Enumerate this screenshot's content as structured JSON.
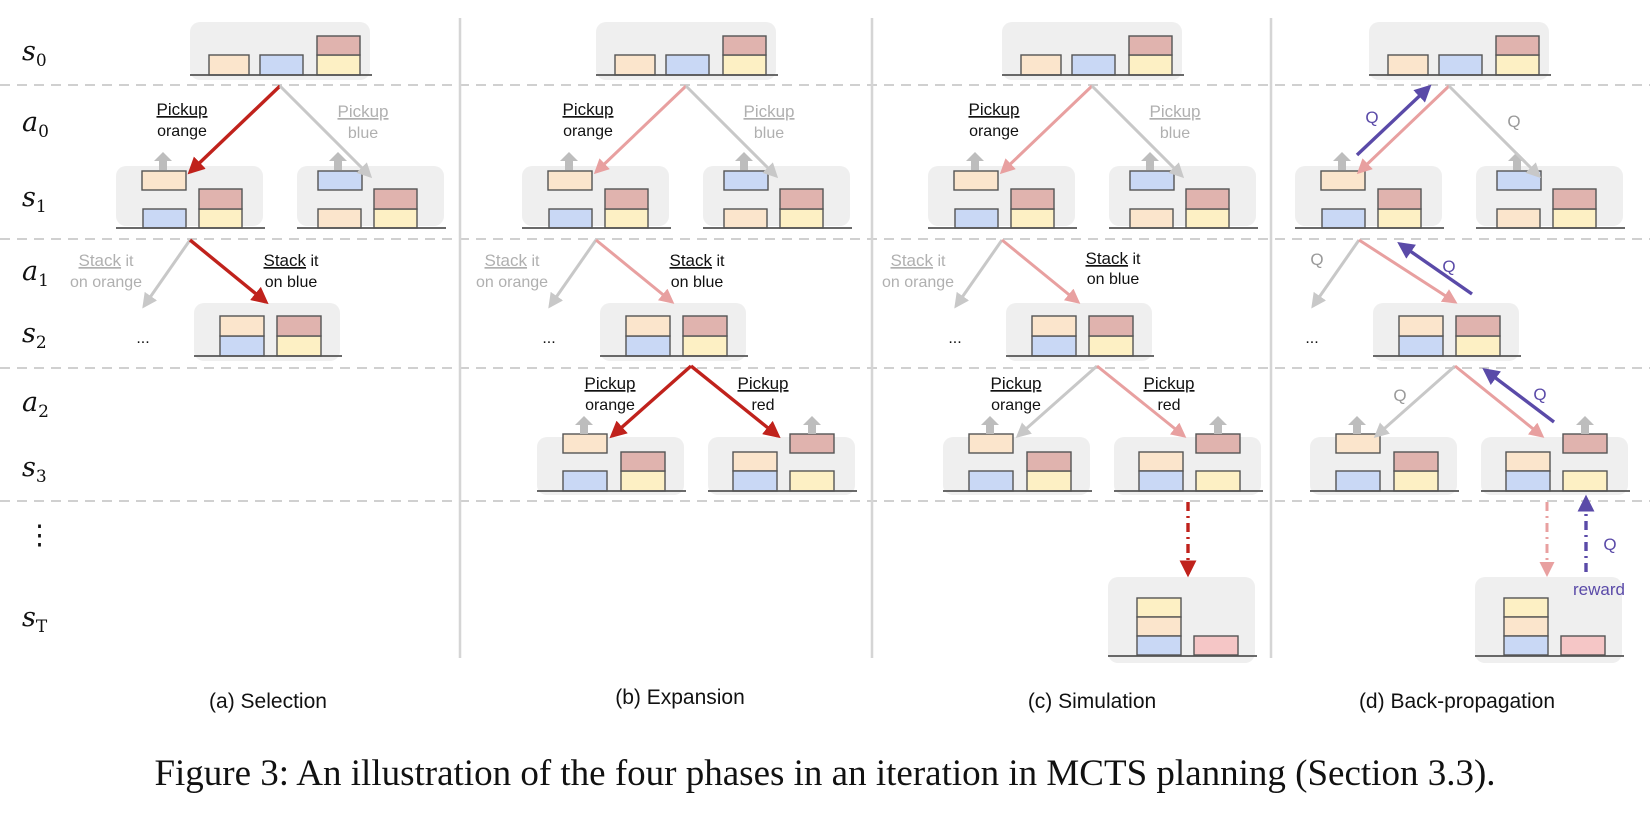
{
  "rows": [
    {
      "sym": "s",
      "sub": "0"
    },
    {
      "sym": "a",
      "sub": "0"
    },
    {
      "sym": "s",
      "sub": "1"
    },
    {
      "sym": "a",
      "sub": "1"
    },
    {
      "sym": "s",
      "sub": "2"
    },
    {
      "sym": "a",
      "sub": "2"
    },
    {
      "sym": "s",
      "sub": "3"
    },
    {
      "sym": "⋮",
      "sub": ""
    },
    {
      "sym": "s",
      "sub": "T"
    }
  ],
  "panels": [
    "(a) Selection",
    "(b) Expansion",
    "(c) Simulation",
    "(d) Back-propagation"
  ],
  "action_labels": {
    "pickup": "Pickup",
    "orange": "orange",
    "blue": "blue",
    "red": "red",
    "stack": "Stack",
    "it": " it",
    "on_orange": "on orange",
    "on_blue": "on blue",
    "ellipsis": "..."
  },
  "backprop": {
    "q": "Q",
    "reward": "reward"
  },
  "caption": "Figure 3: An illustration of the four phases in an iteration in MCTS planning (Section 3.3).",
  "colors": {
    "orange_block": "#fbe5cc",
    "blue_block": "#c9d8f5",
    "red_block": "#e0b3ae",
    "yellow_block": "#fdf0c4",
    "pink_block": "#f5c6c6",
    "selected_edge": "#c0221c",
    "faded_edge": "#e8a0a0",
    "grey_edge": "#c8c8c8",
    "q_arrow": "#5a4aa8",
    "state_bg": "#efefef"
  }
}
